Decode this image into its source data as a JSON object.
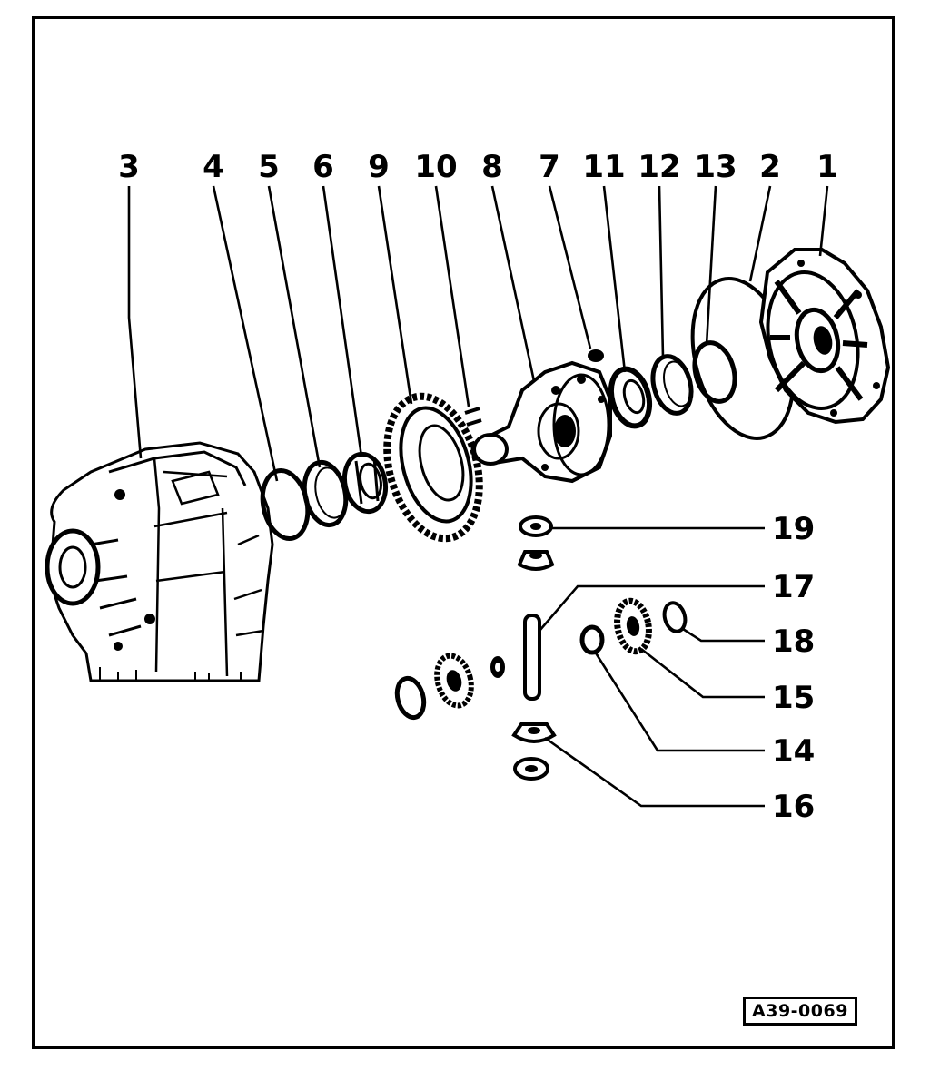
{
  "figure_id": "A39-0069",
  "callouts": [
    "1",
    "2",
    "3",
    "4",
    "5",
    "6",
    "7",
    "8",
    "9",
    "10",
    "11",
    "12",
    "13",
    "14",
    "15",
    "16",
    "17",
    "18",
    "19"
  ]
}
